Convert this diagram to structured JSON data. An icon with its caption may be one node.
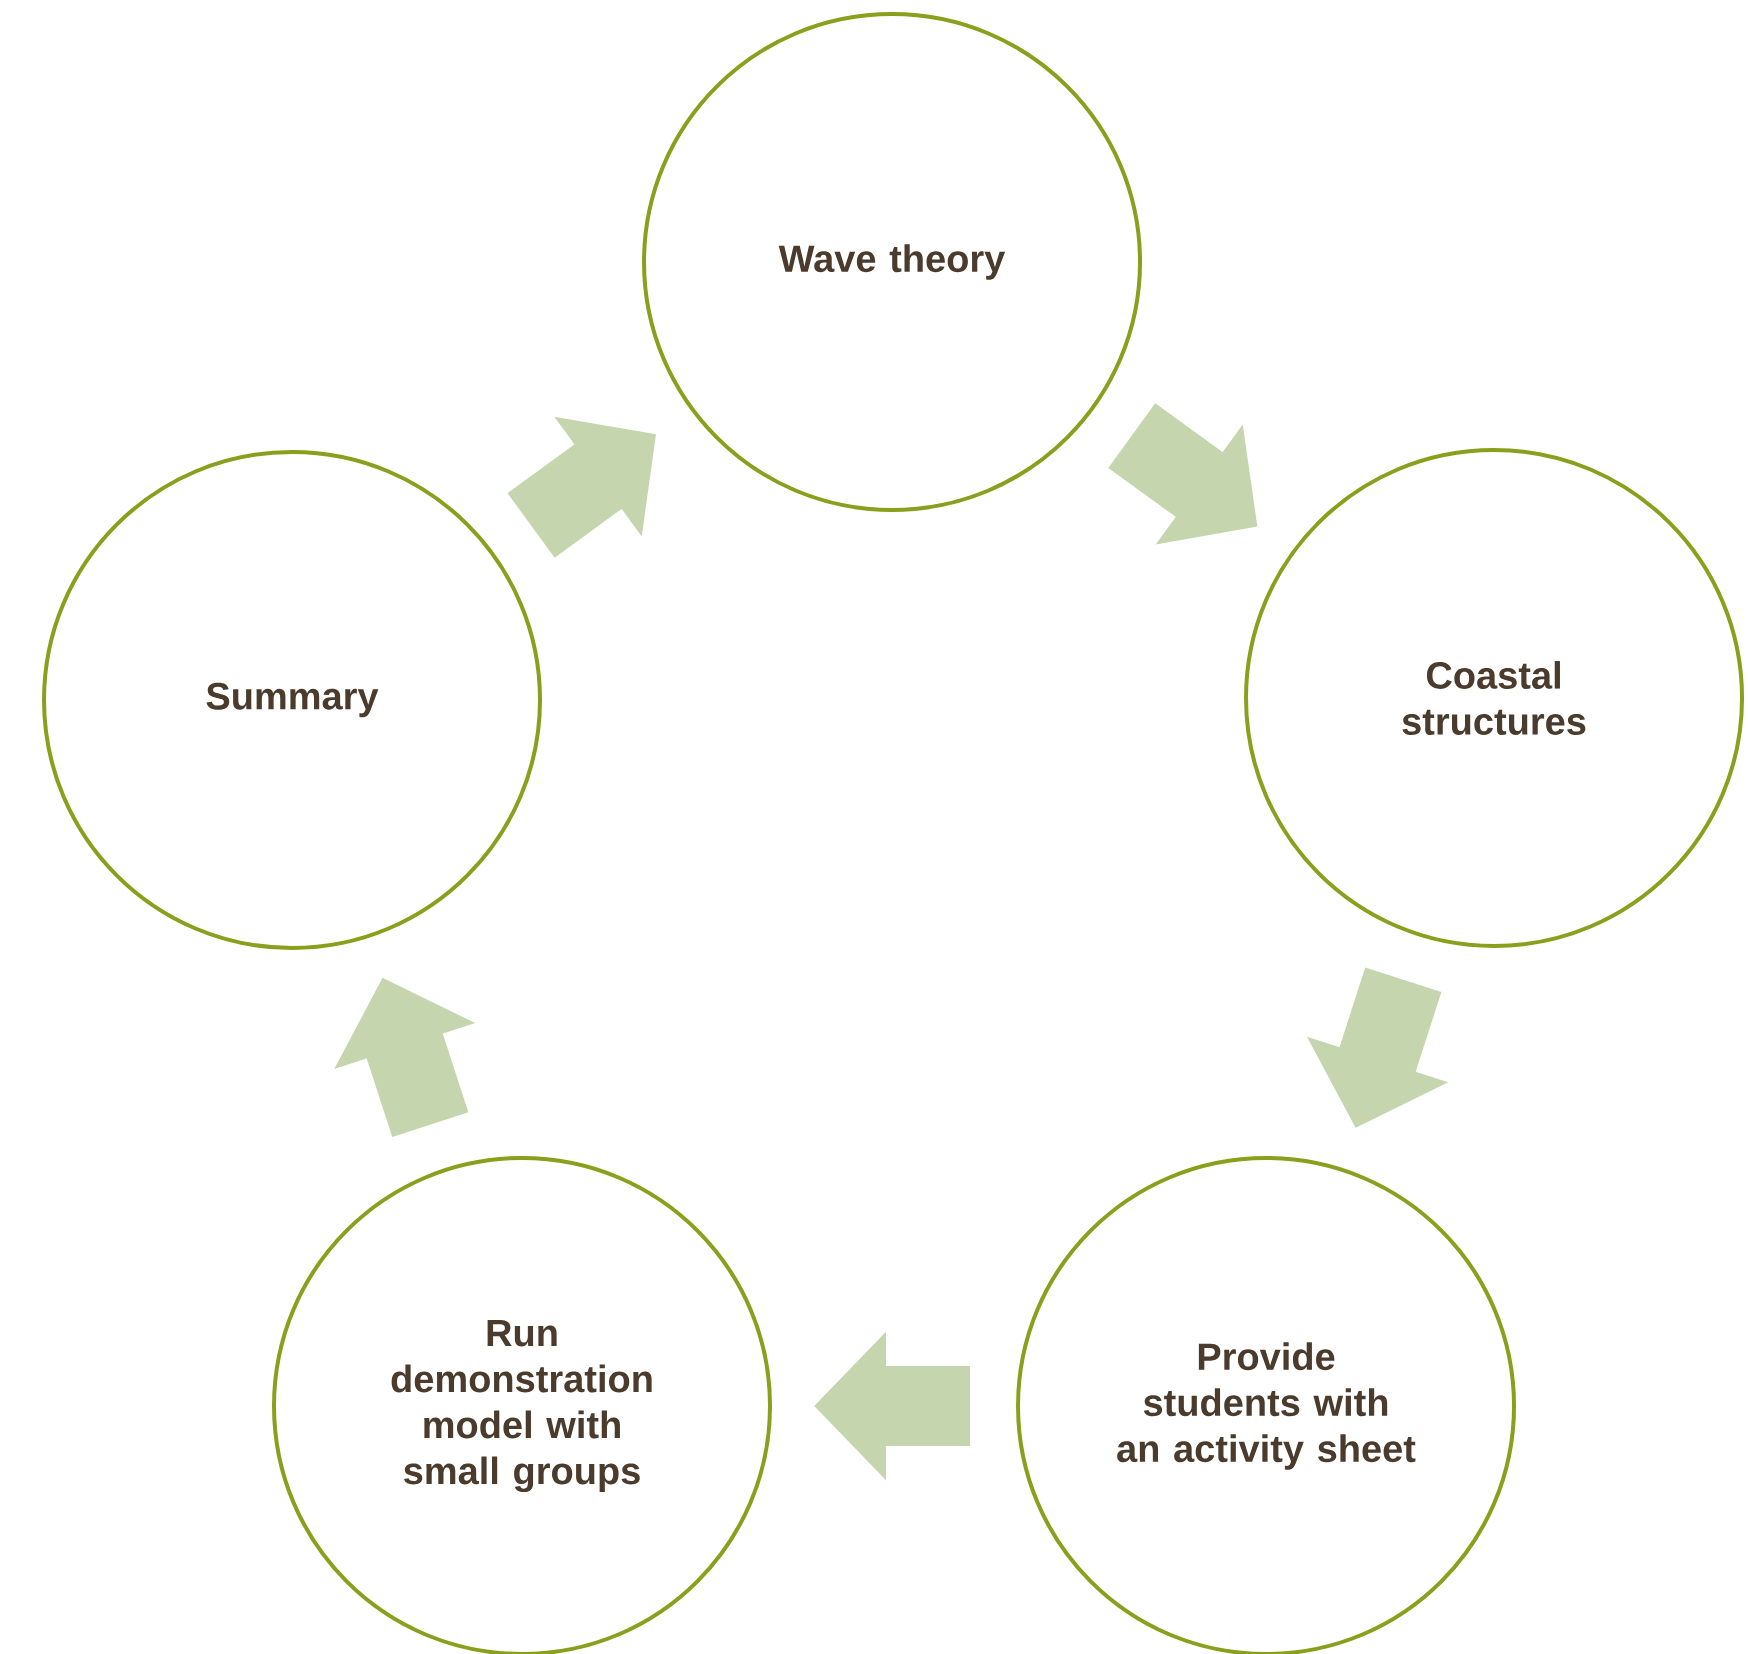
{
  "diagram": {
    "nodes": [
      {
        "text": [
          "Wave theory"
        ]
      },
      {
        "text": [
          "Coastal structures"
        ]
      },
      {
        "text": [
          "Provide students with an activity sheet"
        ]
      },
      {
        "text": [
          "Run demonstration model with small groups"
        ]
      },
      {
        "text": [
          "Summary"
        ]
      }
    ],
    "edges": [
      {
        "from": 0,
        "to": 1,
        "arrow": "to"
      },
      {
        "from": 1,
        "to": 2,
        "arrow": "to"
      },
      {
        "from": 2,
        "to": 3,
        "arrow": "to"
      },
      {
        "from": 3,
        "to": 4,
        "arrow": "to"
      },
      {
        "from": 4,
        "to": 0,
        "arrow": "to"
      }
    ]
  }
}
